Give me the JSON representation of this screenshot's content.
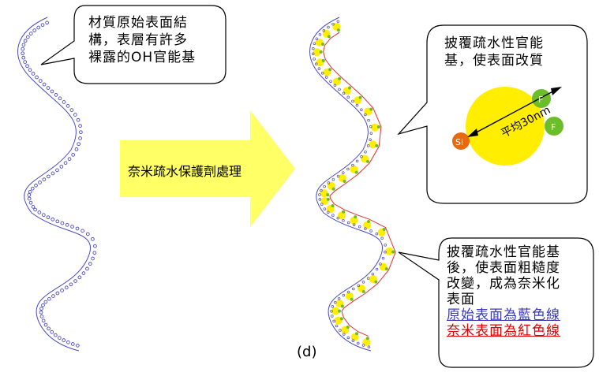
{
  "callouts": {
    "original": {
      "lines": [
        "材質原始表面結",
        "構，表層有許多",
        "裸露的OH官能基"
      ]
    },
    "coating": {
      "lines": [
        "披覆疏水性官能",
        "基，使表面改質"
      ]
    },
    "after": {
      "lines": [
        "披覆疏水性官能基",
        "後，使表面粗糙度",
        "改變，成為奈米化",
        "表面"
      ],
      "legend_blue": "原始表面為藍色線",
      "legend_red": "奈米表面為紅色線"
    }
  },
  "process_arrow": {
    "label": "奈米疏水保護劑處理"
  },
  "molecule": {
    "size_label": "平均30nm",
    "si_label": "Si",
    "f_label": "F"
  },
  "panel_label": "(d)",
  "colors": {
    "blue_line": "#4a4ac0",
    "red_line": "#e03030",
    "arrow_fill": "#ffff66",
    "molecule_yellow": "#ffee00",
    "si_orange": "#e86a10",
    "f_green": "#6cbd2a"
  }
}
